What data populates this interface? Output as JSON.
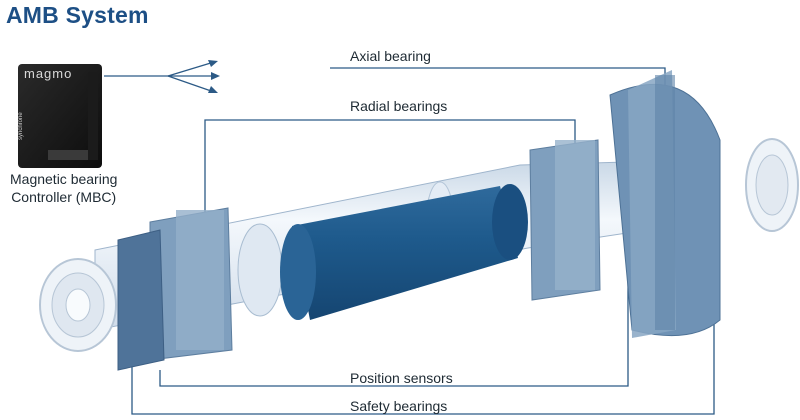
{
  "title": "AMB System",
  "controller": {
    "brand": "magmo",
    "vertical_text": "synchrone",
    "label_line1": "Magnetic bearing",
    "label_line2": "Controller (MBC)"
  },
  "labels": {
    "axial": "Axial bearing",
    "radial": "Radial bearings",
    "position": "Position sensors",
    "safety": "Safety bearings"
  },
  "colors": {
    "title": "#1d4f85",
    "rotor": "#1e5a8c",
    "shaft": "#e8f0f8",
    "bearing": "#7f9fbe",
    "line": "#2c5a86"
  }
}
